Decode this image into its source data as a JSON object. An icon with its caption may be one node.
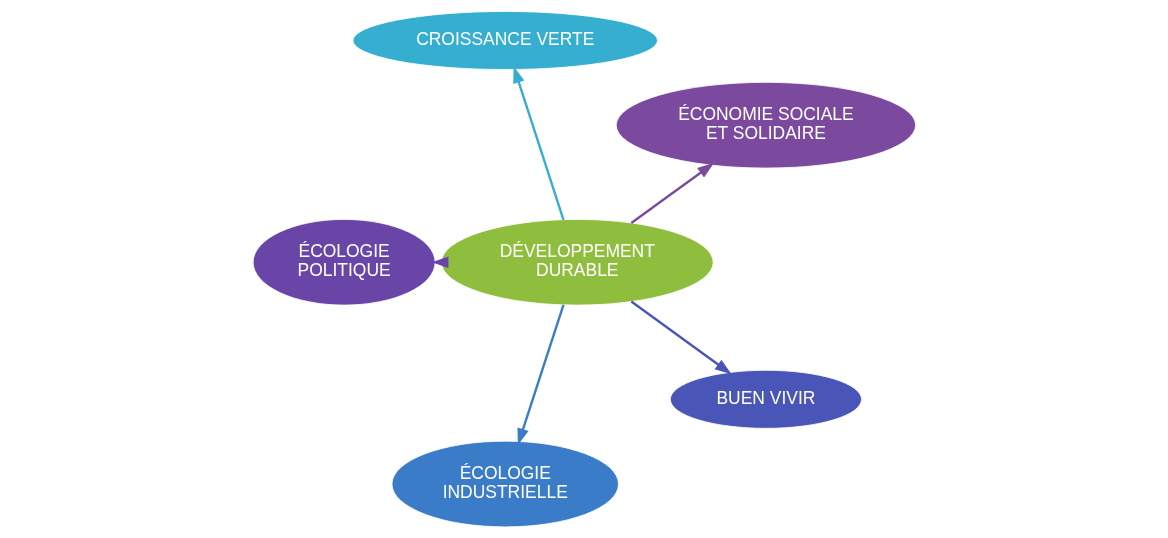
{
  "diagram": {
    "nodes": [
      {
        "text": [
          "ÉCONOMIE SOCIALE ET SOLIDAIRE"
        ]
      },
      {
        "text": [
          "CROISSANCE VERTE"
        ]
      },
      {
        "text": [
          "ÉCOLOGIE POLITIQUE"
        ]
      },
      {
        "text": [
          "DÉVELOPPEMENT DURABLE"
        ]
      },
      {
        "text": [
          "ÉCOLOGIE INDUSTRIELLE"
        ]
      },
      {
        "text": [
          "BUEN VIVIR"
        ]
      }
    ],
    "edges": [
      {
        "from": 3,
        "to": 0,
        "arrow": "to",
        "color": "#7b4a9e"
      },
      {
        "from": 3,
        "to": 1,
        "arrow": "to",
        "color": "#35aed0"
      },
      {
        "from": 3,
        "to": 2,
        "arrow": "to",
        "color": "#6a45a8"
      },
      {
        "from": 3,
        "to": 4,
        "arrow": "to",
        "color": "#3a7cc8"
      },
      {
        "from": 3,
        "to": 5,
        "arrow": "to",
        "color": "#4a55b8"
      }
    ]
  }
}
